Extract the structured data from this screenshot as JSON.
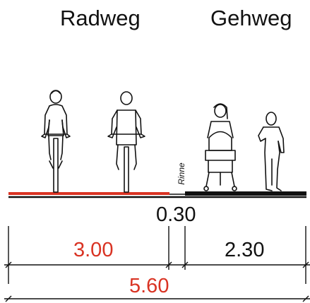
{
  "headings": {
    "bike_path": "Radweg",
    "footpath": "Gehweg"
  },
  "gutter_label": "Rinne",
  "dimensions": {
    "gutter_width": "0.30",
    "bike_path_width": "3.00",
    "footpath_width": "2.30",
    "total_width": "5.60"
  },
  "colors": {
    "bike_path": "#d93323",
    "lines": "#111111"
  },
  "figures": [
    "cyclist-front-icon",
    "cyclist-back-icon",
    "pedestrian-with-stroller-icon",
    "pedestrian-icon"
  ]
}
